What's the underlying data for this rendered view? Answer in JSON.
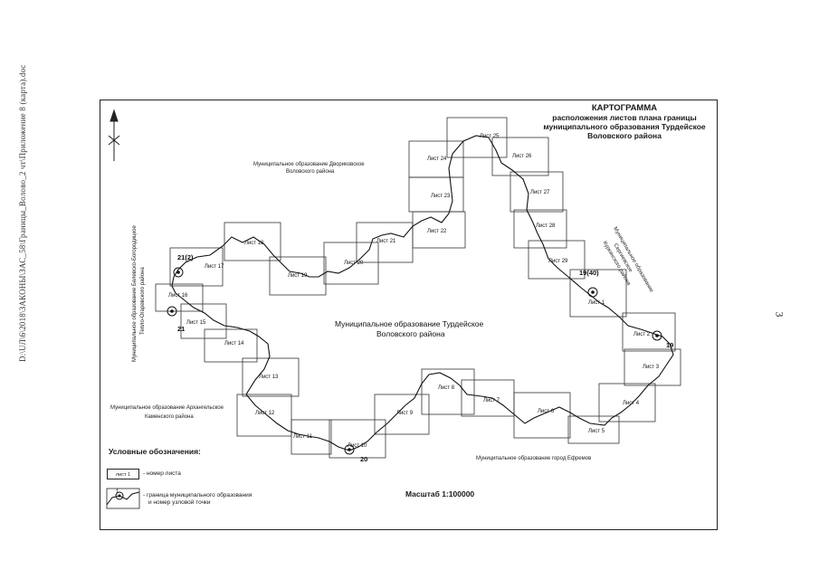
{
  "side_path": "D:\\UЛ\\6\\2018\\ЗАКОНЫ\\ЗАС_58\\Границы_Волово_2 чт\\Приложение 8 (карта).doc",
  "page_number": "3",
  "title": {
    "line1": "КАРТОГРАММА",
    "line2": "расположения листов плана границы",
    "line3": "муниципального образования Турдейское",
    "line4": "Воловского района"
  },
  "center_label": {
    "line1": "Муниципальное образование Турдейское",
    "line2": "Воловского района"
  },
  "neighbors": {
    "top": [
      "Муниципальное образование Двориковское",
      "Воловского района"
    ],
    "left_vertical": [
      "Муниципальное образование Белевско-Богородицкое",
      "Тепло-Огаревского района"
    ],
    "right_vertical": [
      "Муниципальное образование",
      "Сергиевское",
      "Куркинского района"
    ],
    "bottom_left": [
      "Муниципальное образование Архангельское",
      "Каменского района"
    ],
    "bottom_right": [
      "Муниципальное образование город Ефремов"
    ]
  },
  "sheets": [
    "Лист 1",
    "Лист 2",
    "Лист 3",
    "Лист 4",
    "Лист 5",
    "Лист 6",
    "Лист 7",
    "Лист 8",
    "Лист 9",
    "Лист 10",
    "Лист 11",
    "Лист 12",
    "Лист 13",
    "Лист 14",
    "Лист 15",
    "Лист 16",
    "Лист 17",
    "Лист 18",
    "Лист 19",
    "Лист 20",
    "Лист 21",
    "Лист 22",
    "Лист 23",
    "Лист 24",
    "Лист 25",
    "Лист 26",
    "Лист 27",
    "Лист 28",
    "Лист 29"
  ],
  "nodes": [
    "21(2)",
    "21",
    "19(40)",
    "19",
    "20"
  ],
  "legend": {
    "title": "Условные обозначения:",
    "sheet_sample": "лист 1",
    "sheet_desc": "- номер листа",
    "node_sample": "1",
    "boundary_desc_line1": "- граница муниципального образования",
    "boundary_desc_line2": "и номер узловой точки"
  },
  "scale": "Масштаб 1:100000"
}
